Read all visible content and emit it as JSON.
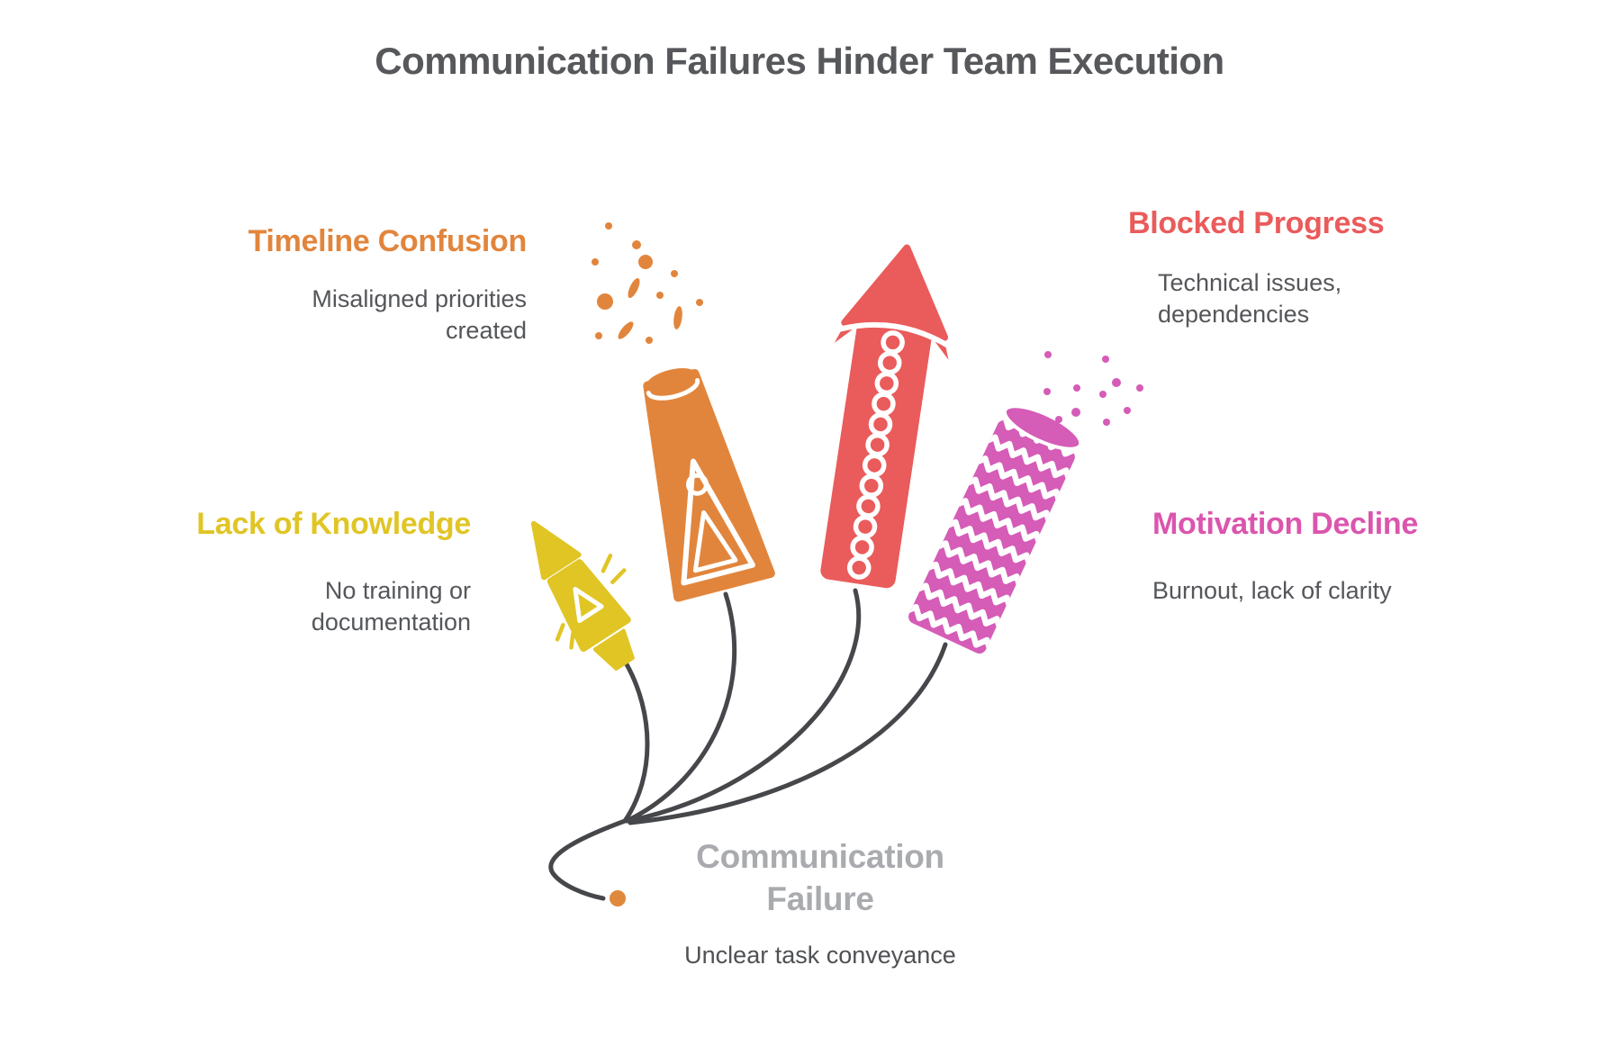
{
  "title": "Communication Failures Hinder Team Execution",
  "causes": [
    {
      "label": "Timeline Confusion",
      "description": "Misaligned priorities\ncreated",
      "color": "#E2853C"
    },
    {
      "label": "Lack of Knowledge",
      "description": "No training or\ndocumentation",
      "color": "#E0C525"
    },
    {
      "label": "Blocked Progress",
      "description": "Technical issues,\ndependencies",
      "color": "#EA5B5B"
    },
    {
      "label": "Motivation Decline",
      "description": "Burnout, lack of clarity",
      "color": "#DB55AD"
    }
  ],
  "center": {
    "label": "Communication\nFailure",
    "description": "Unclear task conveyance",
    "color": "#A9ABAE"
  },
  "icons": [
    {
      "name": "firework-rocket-yellow-icon",
      "color": "#E0C525"
    },
    {
      "name": "firework-fountain-orange-icon",
      "color": "#E2853C"
    },
    {
      "name": "firework-rocket-red-icon",
      "color": "#EA5B5B"
    },
    {
      "name": "firework-cracker-pink-icon",
      "color": "#D55CB7"
    },
    {
      "name": "fuse-lines",
      "color": "#46474A"
    },
    {
      "name": "fuse-spark-icon",
      "color": "#E0883C"
    }
  ]
}
